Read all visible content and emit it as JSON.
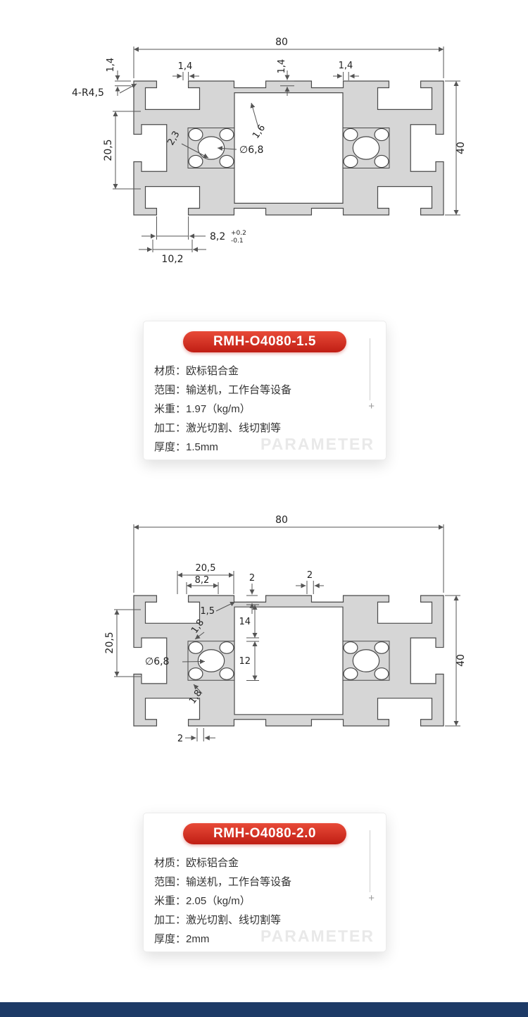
{
  "colors": {
    "banner_red": "#c01e14",
    "footer_navy": "#1d3a66",
    "profile_gray": "#d6d6d6"
  },
  "drawing1": {
    "dims": {
      "width": "80",
      "lip_a": "1,4",
      "lip_b": "1,4",
      "lip_c": "1,4",
      "lip_d": "1,4",
      "corner": "4-R4,5",
      "slot_depth": "20,5",
      "wall": "2,3",
      "web": "1,6",
      "hole": "∅6,8",
      "height": "40",
      "slot_w": "8,2",
      "tol_plus": "+0.2",
      "tol_minus": "-0.1",
      "slot_pitch": "10,2"
    }
  },
  "card1": {
    "model": "RMH-O4080-1.5",
    "watermark": "PARAMETER",
    "plus": "+",
    "rows": [
      {
        "label": "材质：",
        "value": "欧标铝合金"
      },
      {
        "label": "范围：",
        "value": "输送机，工作台等设备"
      },
      {
        "label": "米重：",
        "value": "1.97（kg/m）"
      },
      {
        "label": "加工：",
        "value": "激光切割、线切割等"
      },
      {
        "label": "厚度：",
        "value": "1.5mm"
      }
    ]
  },
  "drawing2": {
    "dims": {
      "width": "80",
      "d205_top": "20,5",
      "d82": "8,2",
      "d2_a": "2",
      "d2_b": "2",
      "d15": "1,5",
      "d18_a": "1,8",
      "d14": "14",
      "hole": "∅6,8",
      "d12": "12",
      "d205_left": "20,5",
      "height": "40",
      "d18_b": "1,8",
      "d2_bottom": "2"
    }
  },
  "card2": {
    "model": "RMH-O4080-2.0",
    "watermark": "PARAMETER",
    "plus": "+",
    "rows": [
      {
        "label": "材质：",
        "value": "欧标铝合金"
      },
      {
        "label": "范围：",
        "value": "输送机，工作台等设备"
      },
      {
        "label": "米重：",
        "value": "2.05（kg/m）"
      },
      {
        "label": "加工：",
        "value": "激光切割、线切割等"
      },
      {
        "label": "厚度：",
        "value": "2mm"
      }
    ]
  }
}
